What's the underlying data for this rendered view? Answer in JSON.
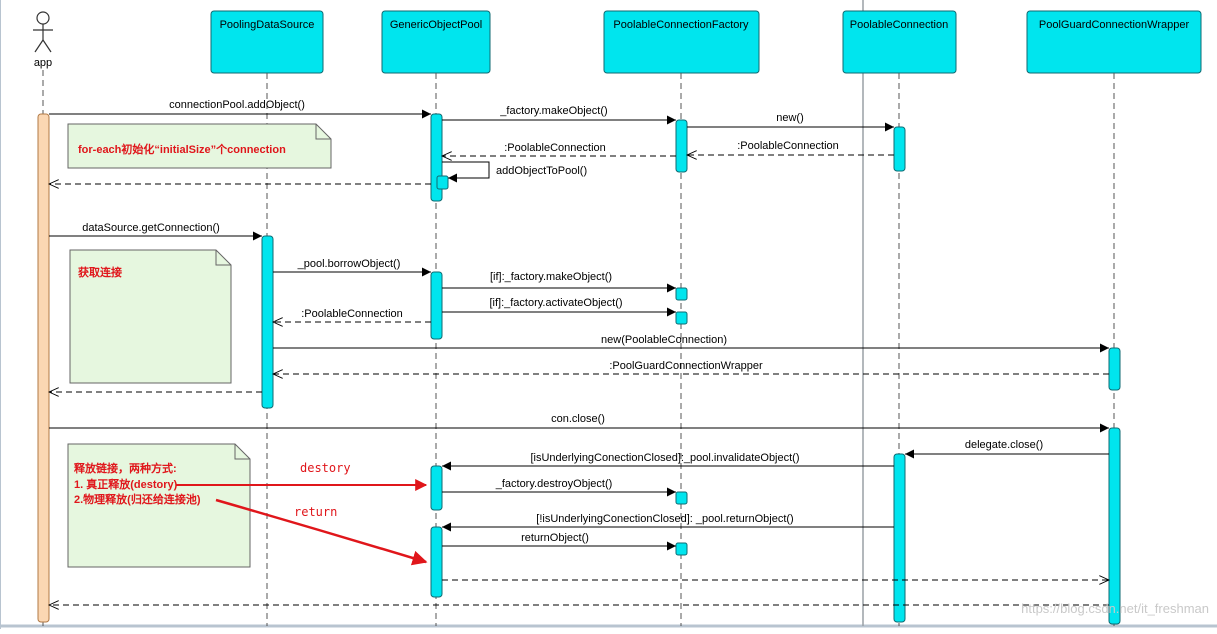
{
  "actor": {
    "label": "app"
  },
  "participants": [
    {
      "id": "pds",
      "label": "PoolingDataSource"
    },
    {
      "id": "gop",
      "label": "GenericObjectPool"
    },
    {
      "id": "pcf",
      "label": "PoolableConnectionFactory"
    },
    {
      "id": "pc",
      "label": "PoolableConnection"
    },
    {
      "id": "pgw",
      "label": "PoolGuardConnectionWrapper"
    }
  ],
  "messages": {
    "m1": "connectionPool.addObject()",
    "m2": "_factory.makeObject()",
    "m3": "new()",
    "m4": ":PoolableConnection",
    "m5": ":PoolableConnection",
    "m6": "addObjectToPool()",
    "m7": "dataSource.getConnection()",
    "m8": "_pool.borrowObject()",
    "m9": "[if]:_factory.makeObject()",
    "m10": "[if]:_factory.activateObject()",
    "m11": ":PoolableConnection",
    "m12": "new(PoolableConnection)",
    "m13": ":PoolGuardConnectionWrapper",
    "m14": "con.close()",
    "m15": "delegate.close()",
    "m16": "[isUnderlyingConectionClosed]:_pool.invalidateObject()",
    "m17": "_factory.destroyObject()",
    "m18": "[!isUnderlyingConectionClosed]: _pool.returnObject()",
    "m19": "returnObject()"
  },
  "notes": {
    "n1": "for-each初始化“initialSize”个connection",
    "n2": "获取连接",
    "n3_line1": "释放链接，两种方式:",
    "n3_line2": "1. 真正释放(destory)",
    "n3_line3": "2.物理释放(归还给连接池)"
  },
  "annotations": {
    "destory": "destory",
    "return": "return"
  },
  "watermark": "https://blog.csdn.net/it_freshman",
  "colors": {
    "participant_fill": "#00e5ee",
    "activation_fill": "#00e5ee",
    "app_activation_fill": "#fbd7b3",
    "note_fill": "#e6f7df",
    "annotation_red": "#e0161b"
  }
}
